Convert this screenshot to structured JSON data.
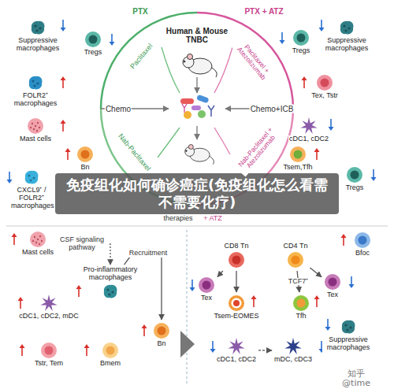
{
  "diagram": {
    "title": "Human & Mouse TNBC",
    "nodes": [
      {
        "text": [
          "Suppressive macrophages"
        ]
      },
      {
        "text": [
          "Tregs"
        ]
      },
      {
        "text": [
          "FOLR2⁺ macrophages"
        ]
      },
      {
        "text": [
          "Mast cells"
        ]
      },
      {
        "text": [
          "CXCL9⁺ / FOLR2⁺ macrophages"
        ]
      },
      {
        "text": [
          "Bn"
        ]
      },
      {
        "text": [
          "Suppressive macrophages"
        ]
      },
      {
        "text": [
          "Tregs"
        ]
      },
      {
        "text": [
          "Tex, Tstr"
        ]
      },
      {
        "text": [
          "cDC1, cDC2"
        ]
      },
      {
        "text": [
          "Tsem,Tfh"
        ]
      },
      {
        "text": [
          "Tregs"
        ]
      },
      {
        "text": [
          "Mast cells"
        ]
      },
      {
        "text": [
          "Pro-inflammatory macrophages"
        ]
      },
      {
        "text": [
          "cDC1, cDC2, mDC"
        ]
      },
      {
        "text": [
          "Tstr, Tem"
        ]
      },
      {
        "text": [
          "Bmem"
        ]
      },
      {
        "text": [
          "Bn"
        ]
      },
      {
        "text": [
          "CD8 Tn"
        ]
      },
      {
        "text": [
          "CD4 Tn"
        ]
      },
      {
        "text": [
          "Bfoc"
        ]
      },
      {
        "text": [
          "Tex"
        ]
      },
      {
        "text": [
          "Tsem-EOMES"
        ]
      },
      {
        "text": [
          "Tfh"
        ]
      },
      {
        "text": [
          "Tex"
        ]
      },
      {
        "text": [
          "Suppressive macrophages"
        ]
      },
      {
        "text": [
          "cDC1, cDC2"
        ]
      },
      {
        "text": [
          "mDC, cDC3"
        ]
      }
    ],
    "edges": [
      {
        "from": 12,
        "to": 13,
        "label": "CSF signaling pathway",
        "arrow": "to"
      },
      {
        "from": 13,
        "to": 17,
        "label": "Recruitment",
        "arrow": "to"
      },
      {
        "from": 18,
        "to": 21,
        "arrow": "to"
      },
      {
        "from": 18,
        "to": 22,
        "arrow": "to"
      },
      {
        "from": 19,
        "to": 23,
        "label": "TCF7⁺",
        "arrow": "to"
      },
      {
        "from": 19,
        "to": 24,
        "arrow": "to"
      },
      {
        "from": 26,
        "to": 27,
        "arrow": "to"
      }
    ],
    "labels": [
      "PTX",
      "PTX + ATZ",
      "Chemo",
      "Chemo+ICB",
      "Paclitaxel",
      "Paclitaxel + Atezolizumab",
      "Nab-Paclitaxel",
      "Nab-Paclitaxel + Atezolizumab",
      "therapies",
      "+ ATZ",
      "免疫组化如何确诊癌症(免疫组化怎么看需不需要化疗)",
      "知乎 @time"
    ]
  }
}
